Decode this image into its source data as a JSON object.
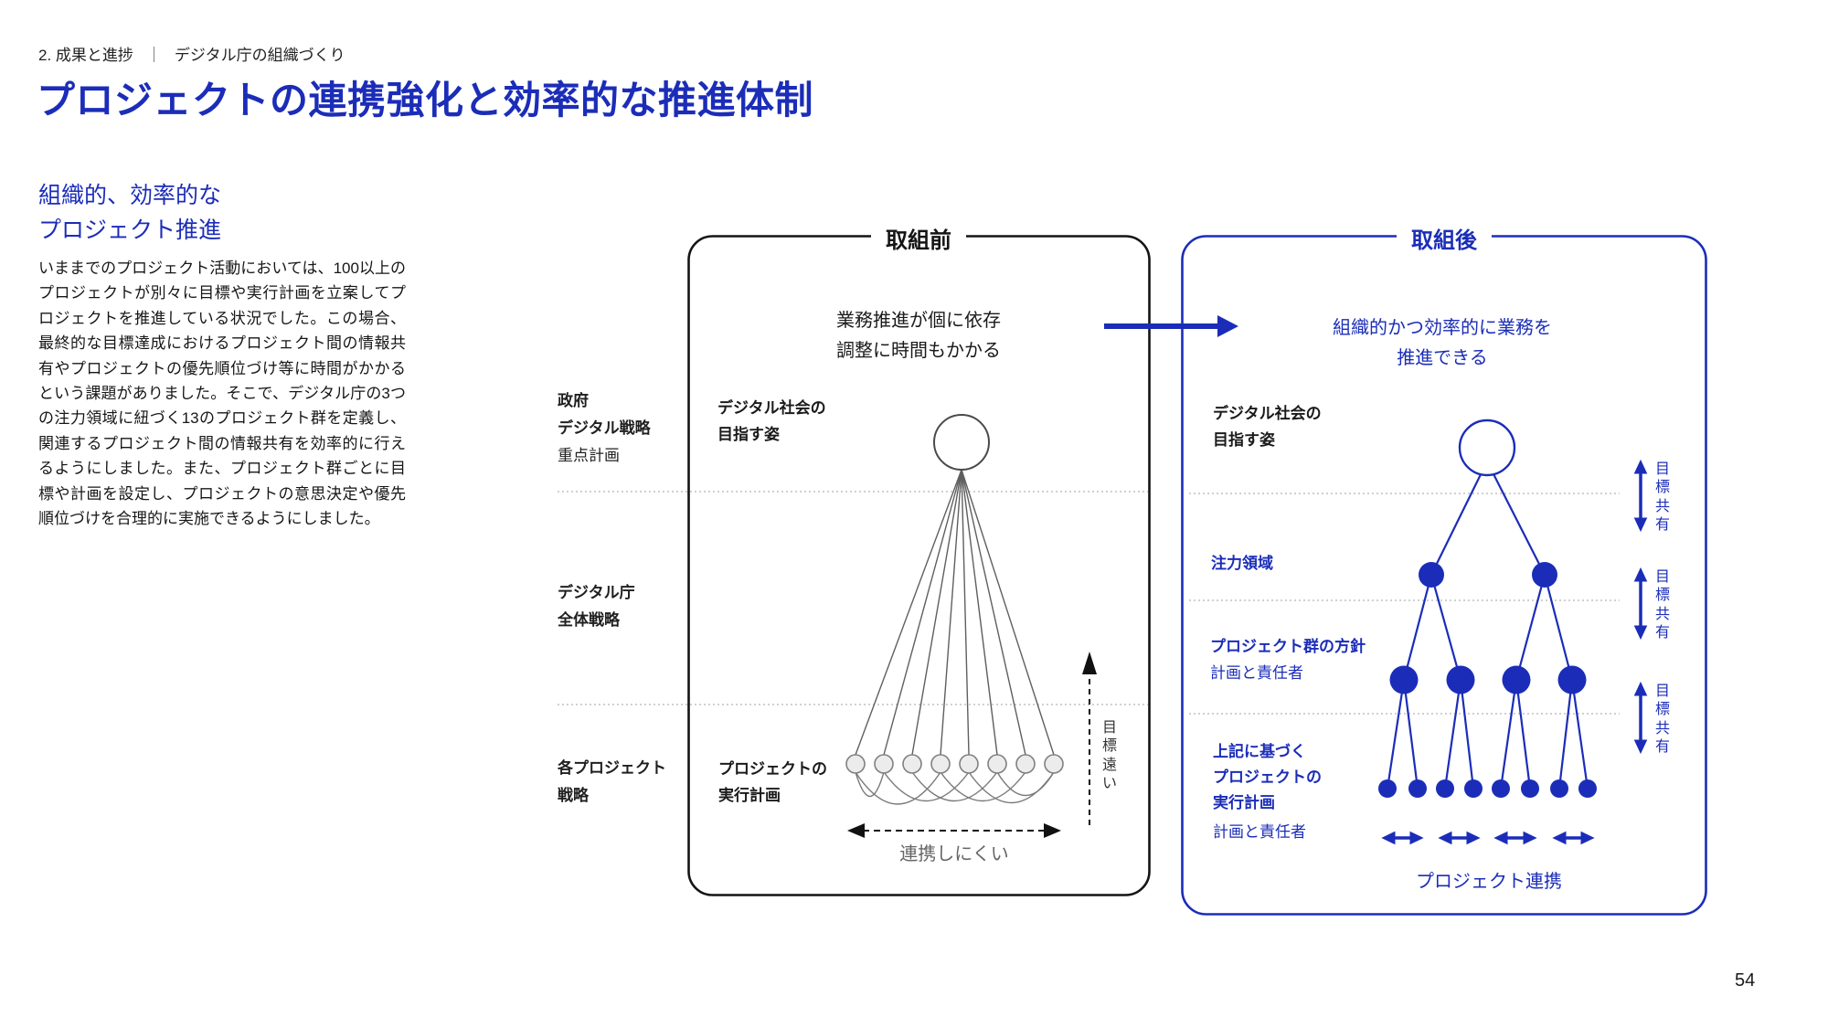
{
  "colors": {
    "brand_blue": "#1b2db8",
    "text_dark": "#1a1a1a",
    "diagram_gray": "#6e6e6e",
    "dotted_gray": "#b3b3b3"
  },
  "breadcrumb": {
    "part1": "2. 成果と進捗",
    "separator": "｜",
    "part2": "デジタル庁の組織づくり"
  },
  "page_title": "プロジェクトの連携強化と効率的な推進体制",
  "intro": {
    "heading_line1": "組織的、効率的な",
    "heading_line2": "プロジェクト推進",
    "body": "いままでのプロジェクト活動においては、100以上のプロジェクトが別々に目標や実行計画を立案してプロジェクトを推進している状況でした。この場合、最終的な目標達成におけるプロジェクト間の情報共有やプロジェクトの優先順位づけ等に時間がかかるという課題がありました。そこで、デジタル庁の3つの注力領域に紐づく13のプロジェクト群を定義し、関連するプロジェクト間の情報共有を効率的に行えるようにしました。また、プロジェクト群ごとに目標や計画を設定し、プロジェクトの意思決定や優先順位づけを合理的に実施できるようにしました。"
  },
  "strategy_axis": {
    "gov": [
      "政府",
      "デジタル戦略",
      "重点計画"
    ],
    "agency": [
      "デジタル庁",
      "全体戦略"
    ],
    "each_project": [
      "各プロジェクト",
      "戦略"
    ]
  },
  "before_box": {
    "tag": "取組前",
    "caption_line1": "業務推進が個に依存",
    "caption_line2": "調整に時間もかかる",
    "vision_line1": "デジタル社会の",
    "vision_line2": "目指す姿",
    "plan_line1": "プロジェクトの",
    "plan_line2": "実行計画",
    "hard_to_coordinate": "連携しにくい",
    "goal_far": "目標遠い"
  },
  "after_box": {
    "tag": "取組後",
    "caption_line1": "組織的かつ効率的に業務を",
    "caption_line2": "推進できる",
    "vision_line1": "デジタル社会の",
    "vision_line2": "目指す姿",
    "focus_area": "注力領域",
    "group_policy": "プロジェクト群の方針",
    "plan_and_owner": "計画と責任者",
    "exec_line1": "上記に基づく",
    "exec_line2": "プロジェクトの",
    "exec_line3": "実行計画",
    "project_collaboration": "プロジェクト連携",
    "goal_share": "目標共有"
  },
  "page_number": "54"
}
